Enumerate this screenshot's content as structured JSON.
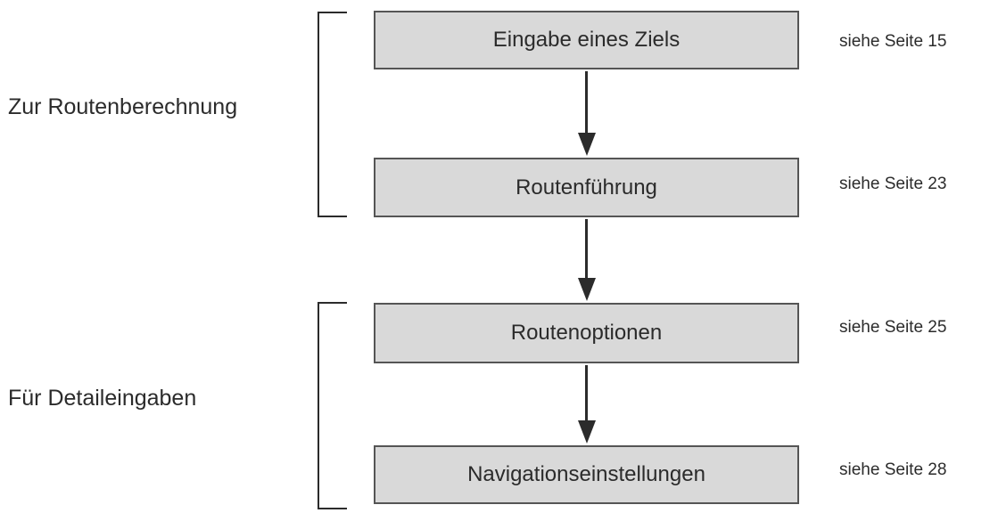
{
  "groups": [
    {
      "label": "Zur Routenberechnung"
    },
    {
      "label": "Für Detaileingaben"
    }
  ],
  "steps": [
    {
      "label": "Eingabe eines Ziels",
      "page_ref": "siehe Seite 15"
    },
    {
      "label": "Routenführung",
      "page_ref": "siehe Seite 23"
    },
    {
      "label": "Routenoptionen",
      "page_ref": "siehe Seite 25"
    },
    {
      "label": "Navigationseinstellungen",
      "page_ref": "siehe Seite 28"
    }
  ],
  "colors": {
    "box_fill": "#d9d9d9",
    "box_border": "#555555",
    "ink": "#2b2b2b"
  }
}
